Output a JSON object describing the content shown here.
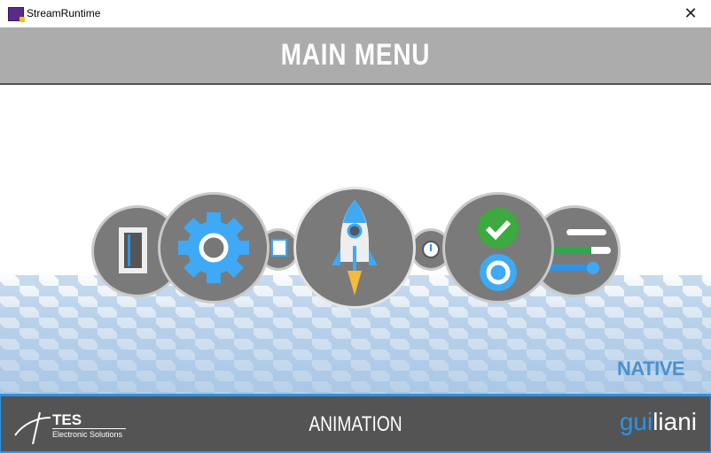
{
  "window": {
    "title": "StreamRuntime",
    "close_label": "✕"
  },
  "header": {
    "title": "MAIN MENU"
  },
  "content": {
    "watermark": "NATIVE",
    "menu_items": [
      {
        "icon": "door-panel-icon"
      },
      {
        "icon": "gear-icon"
      },
      {
        "icon": "window-icon"
      },
      {
        "icon": "rocket-icon"
      },
      {
        "icon": "gauge-icon"
      },
      {
        "icon": "check-radio-icon"
      },
      {
        "icon": "sliders-icon"
      }
    ]
  },
  "footer": {
    "company": "TES",
    "company_sub": "Electronic Solutions",
    "current_item": "ANIMATION",
    "brand_a": "gui",
    "brand_b": "liani"
  },
  "colors": {
    "accent": "#2b94e8",
    "header": "#acacac",
    "footer": "#545454"
  }
}
